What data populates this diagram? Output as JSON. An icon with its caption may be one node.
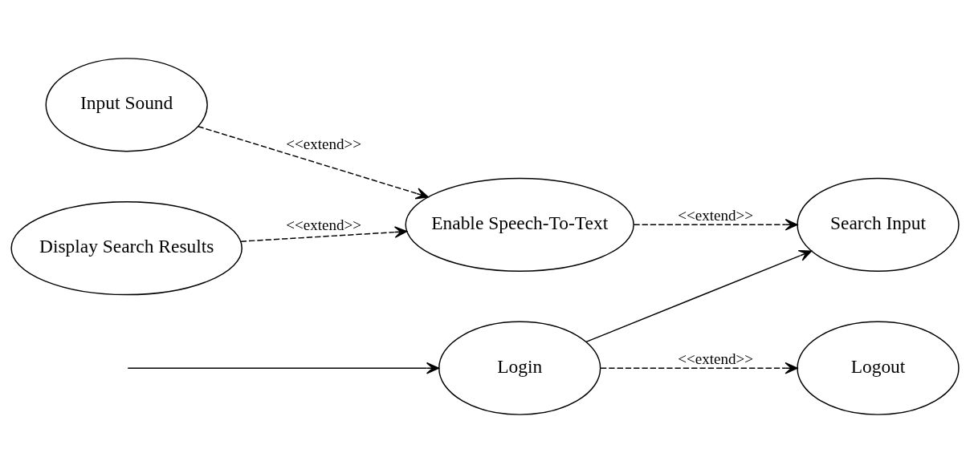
{
  "diagram": {
    "nodes": [
      {
        "text": [
          "Display Search Results"
        ]
      },
      {
        "text": [
          "Login"
        ]
      },
      {
        "text": [
          "Search Input"
        ]
      },
      {
        "text": [
          "Enable Speech-To-Text"
        ]
      },
      {
        "text": [
          "Logout"
        ]
      },
      {
        "text": [
          "Input Sound"
        ]
      }
    ],
    "edges": [
      {
        "from": null,
        "to": 1,
        "arrow": "to"
      },
      {
        "from": 1,
        "to": 2,
        "arrow": "to"
      },
      {
        "from": 3,
        "to": 2,
        "arrow": "to",
        "style": "dashed",
        "label": "<<extend>>"
      },
      {
        "from": 0,
        "to": 3,
        "arrow": "to",
        "style": "dashed",
        "label": "<<extend>>"
      },
      {
        "from": 1,
        "to": 4,
        "arrow": "to",
        "style": "dashed",
        "label": "<<extend>>"
      },
      {
        "from": 5,
        "to": 3,
        "arrow": "to",
        "style": "dashed",
        "label": "<<extend>>"
      }
    ]
  }
}
